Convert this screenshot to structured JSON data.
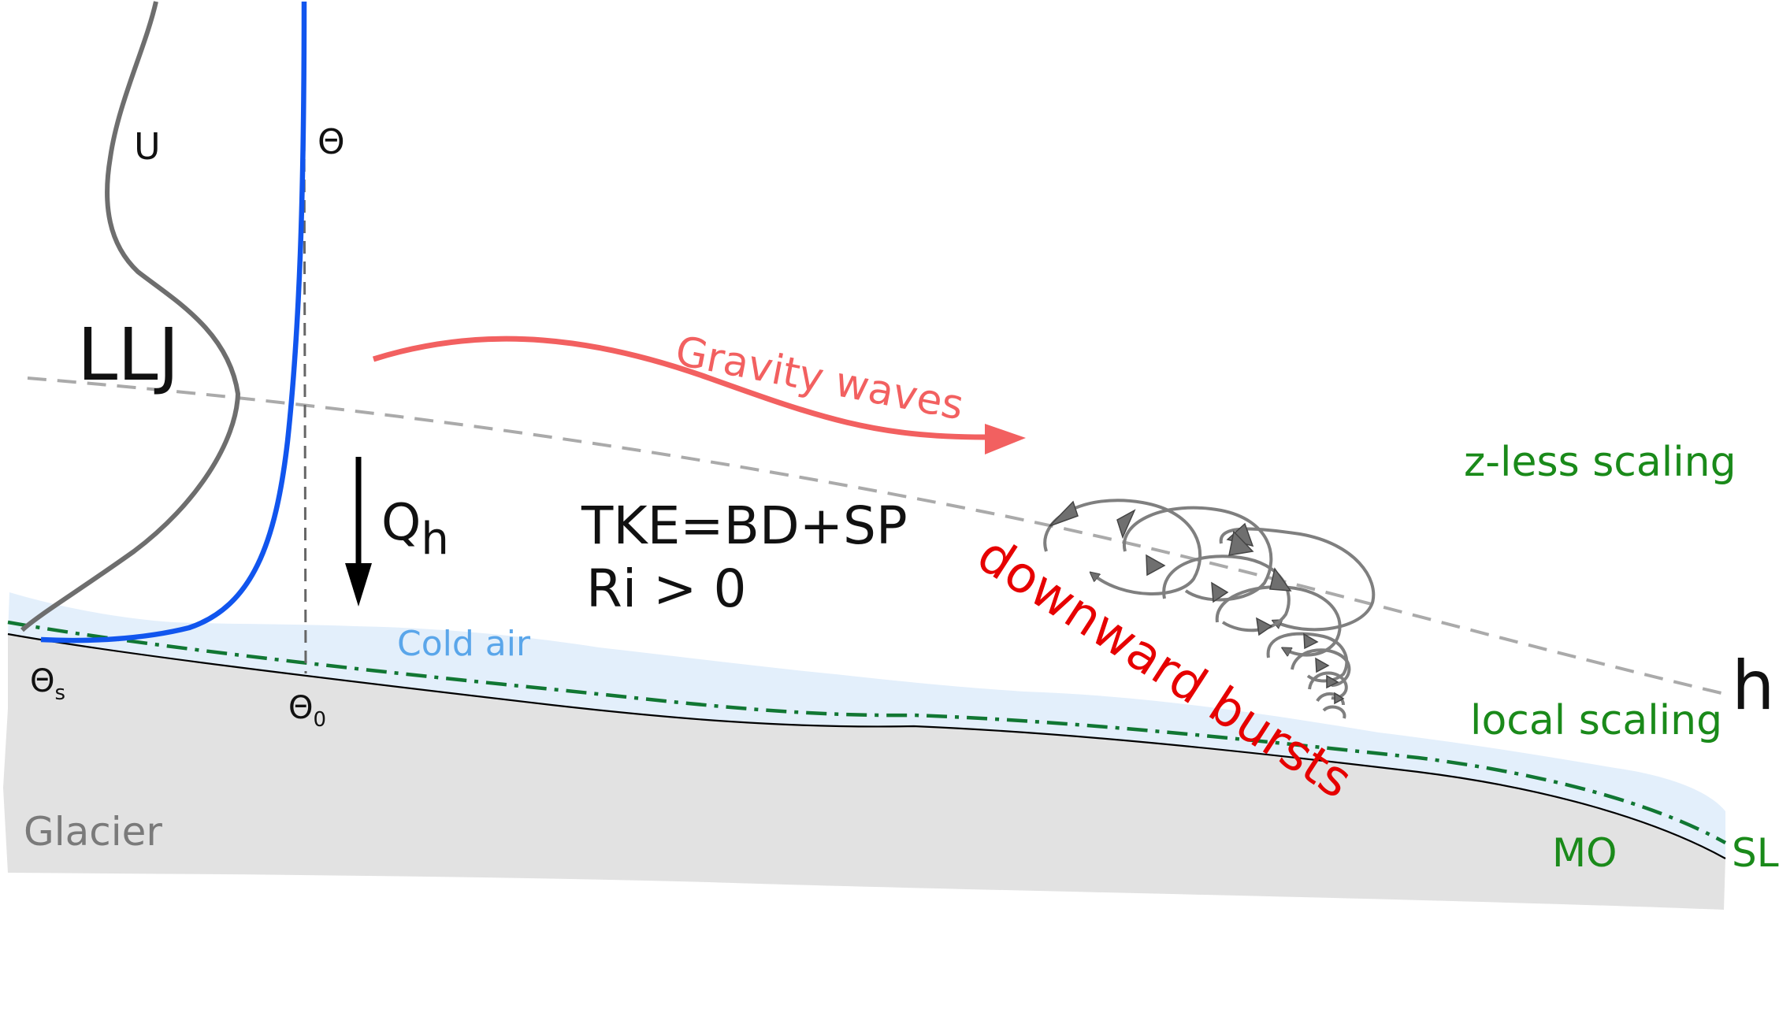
{
  "labels": {
    "u": "U",
    "theta": "Θ",
    "llj": "LLJ",
    "theta_s_main": "Θ",
    "theta_s_sub": "s",
    "theta_0_main": "Θ",
    "theta_0_sub": "0",
    "qh_main": "Q",
    "qh_sub": "h",
    "tke": "TKE=BD+SP",
    "ri": "Ri > 0",
    "cold_air": "Cold air",
    "gravity_waves": "Gravity waves",
    "downward_bursts": "downward bursts",
    "z_less_scaling": "z-less scaling",
    "local_scaling": "local scaling",
    "h": "h",
    "mo": "MO",
    "sl": "SL",
    "glacier": "Glacier"
  },
  "colors": {
    "wind_profile": "#6e6e6e",
    "theta_profile": "#1155ee",
    "gravity_waves": "#f26060",
    "downward_bursts": "#e60000",
    "scaling_green": "#1a8a1a",
    "mo_sl_line": "#117733",
    "cold_air": "#e3effb",
    "cold_air_text": "#5aa6ea",
    "glacier": "#e2e2e2",
    "glacier_text": "#7a7a7a",
    "boundary_layer_top": "#aaaaaa",
    "eddies": "#7f7f7f"
  }
}
